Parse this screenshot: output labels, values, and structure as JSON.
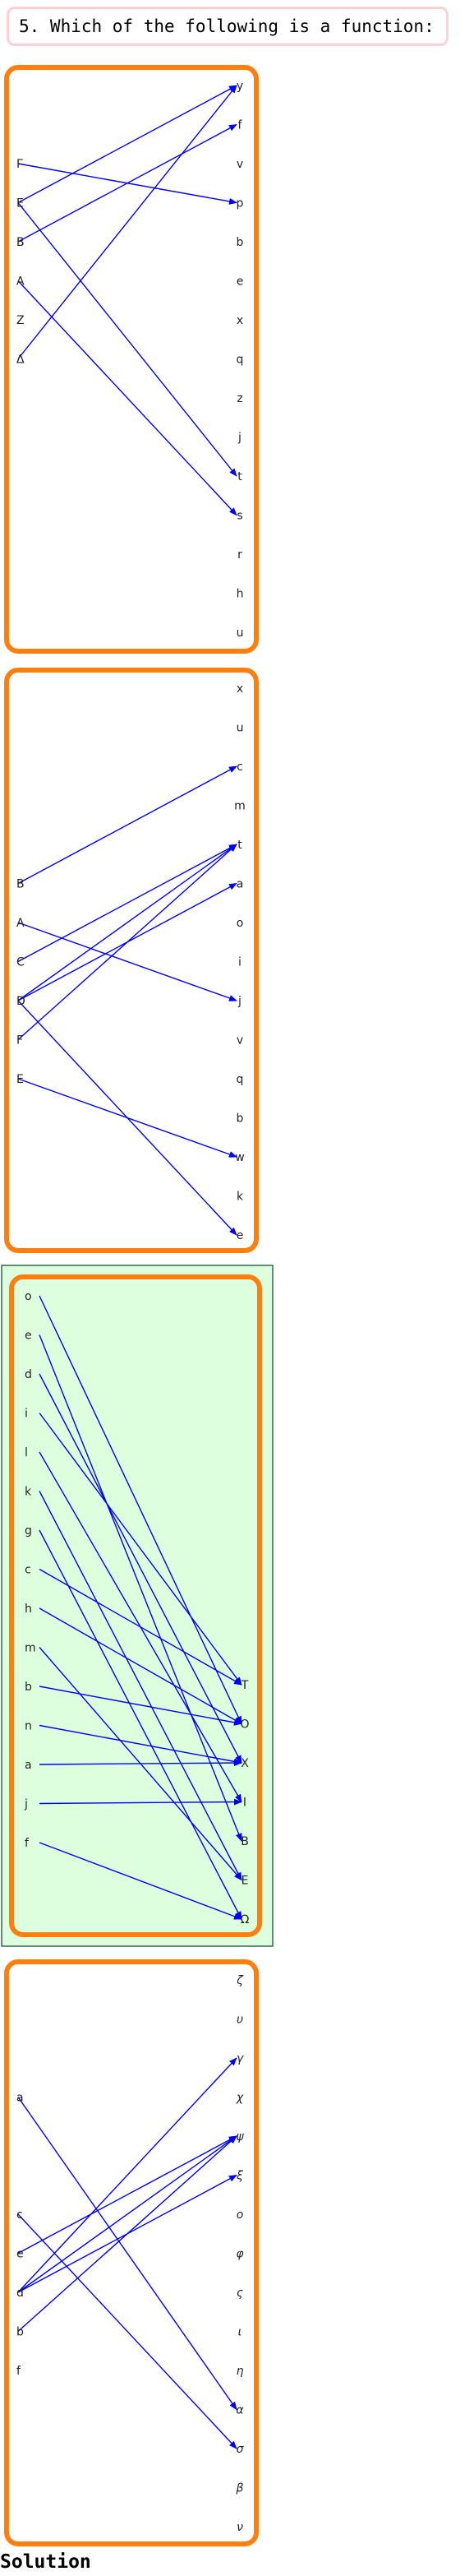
{
  "question": "5. Which of the following is a function:",
  "solution_label": "Solution",
  "colors": {
    "panel_border": "#ff7f0e",
    "arrow": "#0000ff",
    "highlight_fill": "#ddffdd",
    "highlight_border": "#2f6a52",
    "question_border": "#ffd0d4"
  },
  "panels": [
    {
      "id": "panel-1",
      "highlighted": false,
      "left": [
        "Γ",
        "E",
        "B",
        "A",
        "Z",
        "Δ"
      ],
      "right": [
        "y",
        "f",
        "v",
        "p",
        "b",
        "e",
        "x",
        "q",
        "z",
        "j",
        "t",
        "s",
        "r",
        "h",
        "u"
      ],
      "arrows": [
        [
          "Γ",
          "p"
        ],
        [
          "E",
          "y"
        ],
        [
          "E",
          "t"
        ],
        [
          "B",
          "f"
        ],
        [
          "A",
          "s"
        ],
        [
          "Δ",
          "y"
        ]
      ]
    },
    {
      "id": "panel-2",
      "highlighted": false,
      "left": [
        "B",
        "A",
        "C",
        "D",
        "F",
        "E"
      ],
      "right": [
        "x",
        "u",
        "c",
        "m",
        "t",
        "a",
        "o",
        "i",
        "j",
        "v",
        "q",
        "b",
        "w",
        "k",
        "e"
      ],
      "arrows": [
        [
          "B",
          "c"
        ],
        [
          "A",
          "j"
        ],
        [
          "C",
          "t"
        ],
        [
          "D",
          "a"
        ],
        [
          "D",
          "t"
        ],
        [
          "D",
          "e"
        ],
        [
          "F",
          "t"
        ],
        [
          "E",
          "w"
        ]
      ]
    },
    {
      "id": "panel-3",
      "highlighted": true,
      "left": [
        "o",
        "e",
        "d",
        "i",
        "l",
        "k",
        "g",
        "c",
        "h",
        "m",
        "b",
        "n",
        "a",
        "j",
        "f"
      ],
      "right": [
        "T",
        "O",
        "X",
        "I",
        "B",
        "E",
        "Ω"
      ],
      "arrows": [
        [
          "o",
          "O"
        ],
        [
          "e",
          "B"
        ],
        [
          "d",
          "X"
        ],
        [
          "i",
          "T"
        ],
        [
          "l",
          "I"
        ],
        [
          "k",
          "E"
        ],
        [
          "g",
          "Ω"
        ],
        [
          "c",
          "T"
        ],
        [
          "h",
          "O"
        ],
        [
          "m",
          "E"
        ],
        [
          "b",
          "O"
        ],
        [
          "n",
          "X"
        ],
        [
          "a",
          "X"
        ],
        [
          "j",
          "I"
        ],
        [
          "f",
          "Ω"
        ]
      ]
    },
    {
      "id": "panel-4",
      "highlighted": false,
      "italic_right": true,
      "left": [
        "a",
        "c",
        "e",
        "d",
        "b",
        "f"
      ],
      "right": [
        "ζ",
        "υ",
        "γ",
        "χ",
        "ψ",
        "ξ",
        "ο",
        "φ",
        "ς",
        "ι",
        "η",
        "α",
        "σ",
        "β",
        "ν"
      ],
      "arrows": [
        [
          "a",
          "α"
        ],
        [
          "c",
          "σ"
        ],
        [
          "e",
          "ψ"
        ],
        [
          "d",
          "γ"
        ],
        [
          "d",
          "ψ"
        ],
        [
          "d",
          "ξ"
        ],
        [
          "b",
          "ψ"
        ]
      ]
    }
  ]
}
